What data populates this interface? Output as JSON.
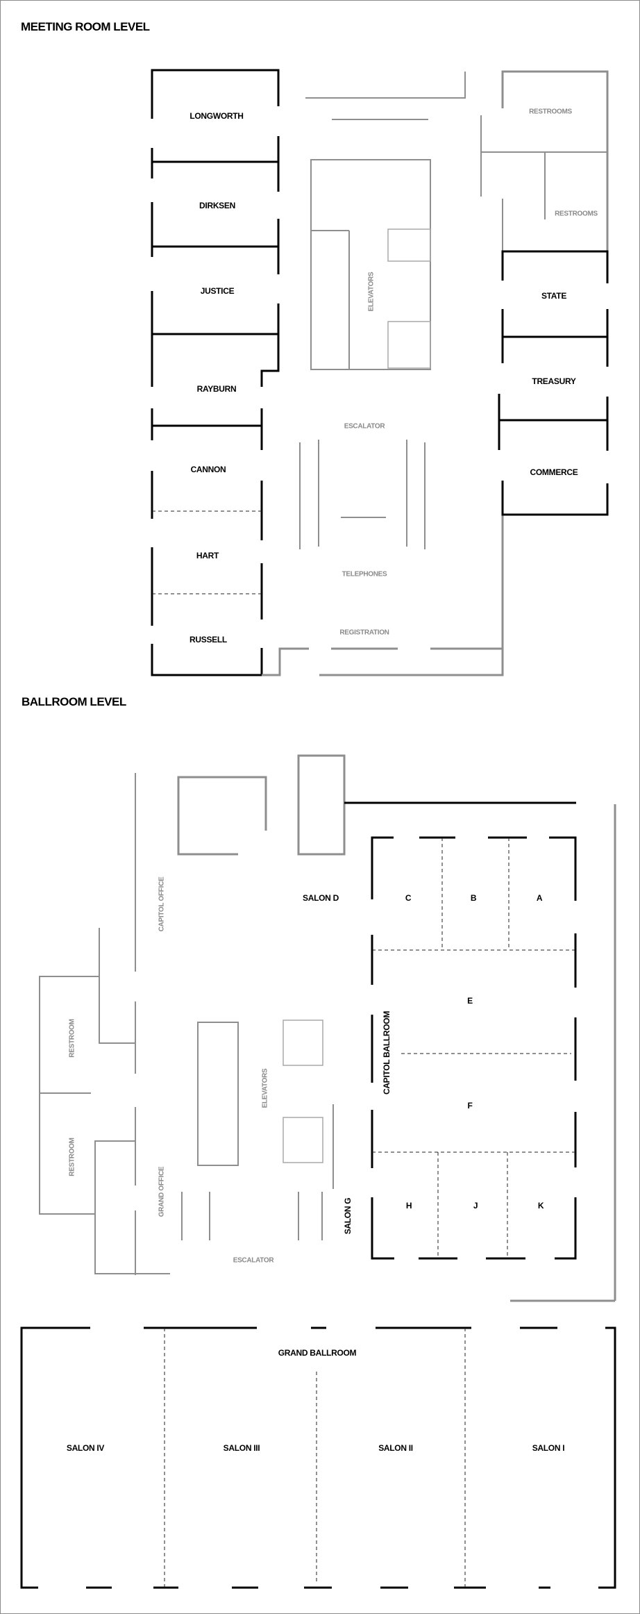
{
  "meeting_level": {
    "title": "MEETING ROOM LEVEL",
    "rooms": {
      "longworth": "LONGWORTH",
      "dirksen": "DIRKSEN",
      "justice": "JUSTICE",
      "rayburn": "RAYBURN",
      "cannon": "CANNON",
      "hart": "HART",
      "russell": "RUSSELL",
      "state": "STATE",
      "treasury": "TREASURY",
      "commerce": "COMMERCE"
    },
    "facilities": {
      "restrooms_1": "RESTROOMS",
      "restrooms_2": "RESTROOMS",
      "elevators": "ELEVATORS",
      "escalator": "ESCALATOR",
      "telephones": "TELEPHONES",
      "registration": "REGISTRATION"
    }
  },
  "ballroom_level": {
    "title": "BALLROOM LEVEL",
    "rooms": {
      "salon_d": "SALON D",
      "salon_g": "SALON G",
      "capitol_ballroom": "CAPITOL BALLROOM",
      "section_a": "A",
      "section_b": "B",
      "section_c": "C",
      "section_e": "E",
      "section_f": "F",
      "section_h": "H",
      "section_j": "J",
      "section_k": "K"
    },
    "facilities": {
      "capitol_office": "CAPITOL OFFICE",
      "grand_office": "GRAND OFFICE",
      "restroom_1": "RESTROOM",
      "restroom_2": "RESTROOM",
      "elevators": "ELEVATORS",
      "escalator": "ESCALATOR"
    }
  },
  "grand_ballroom": {
    "title": "GRAND BALLROOM",
    "salons": {
      "salon_iv": "SALON IV",
      "salon_iii": "SALON III",
      "salon_ii": "SALON II",
      "salon_i": "SALON I"
    }
  },
  "colors": {
    "wall_room": "#000000",
    "wall_service": "#8e8e8e",
    "label_service": "#8a8a8a",
    "frame": "#8a8a8a"
  }
}
